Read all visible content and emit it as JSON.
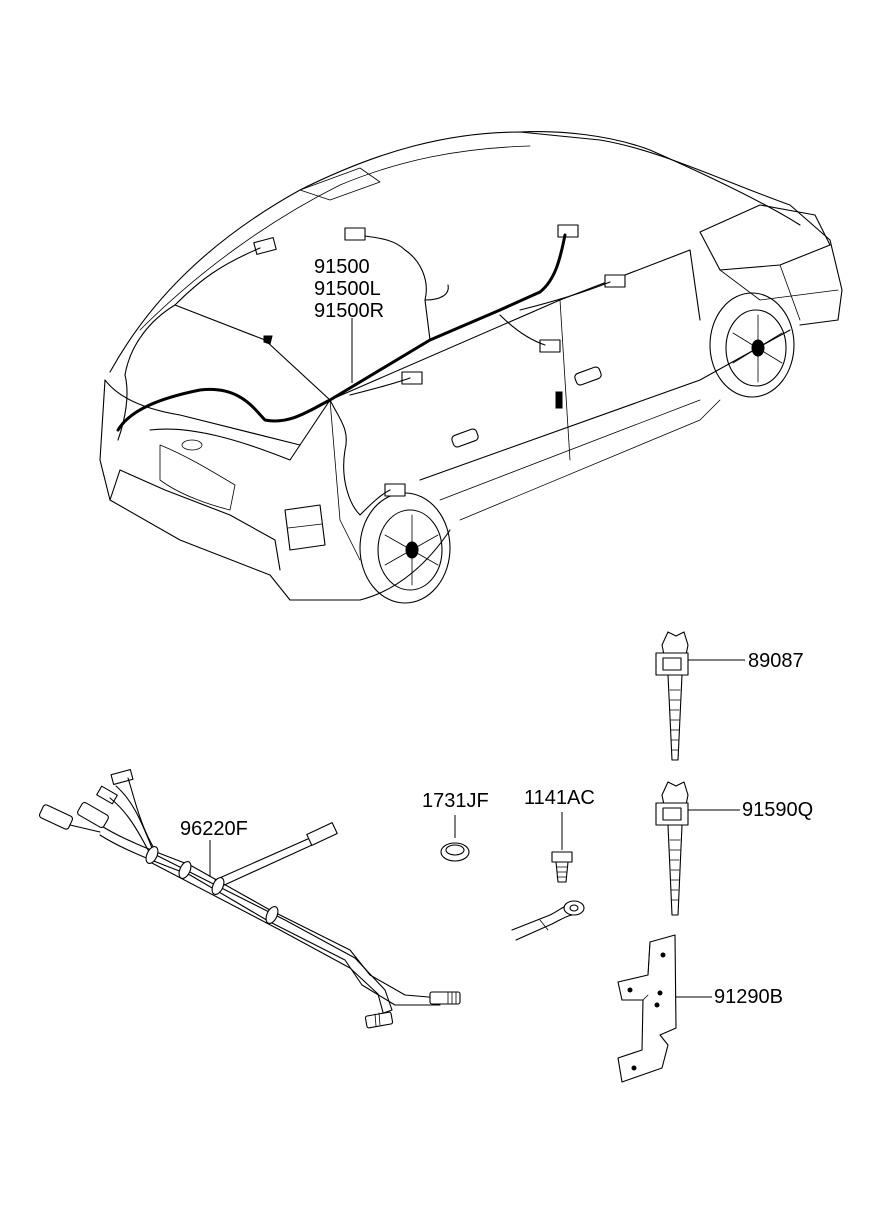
{
  "labels": {
    "harness_main": "91500",
    "harness_left": "91500L",
    "harness_right": "91500R",
    "clip_top": "89087",
    "clip_bottom": "91590Q",
    "extension_cable": "96220F",
    "grommet": "1731JF",
    "bolt": "1141AC",
    "bracket": "91290B"
  }
}
